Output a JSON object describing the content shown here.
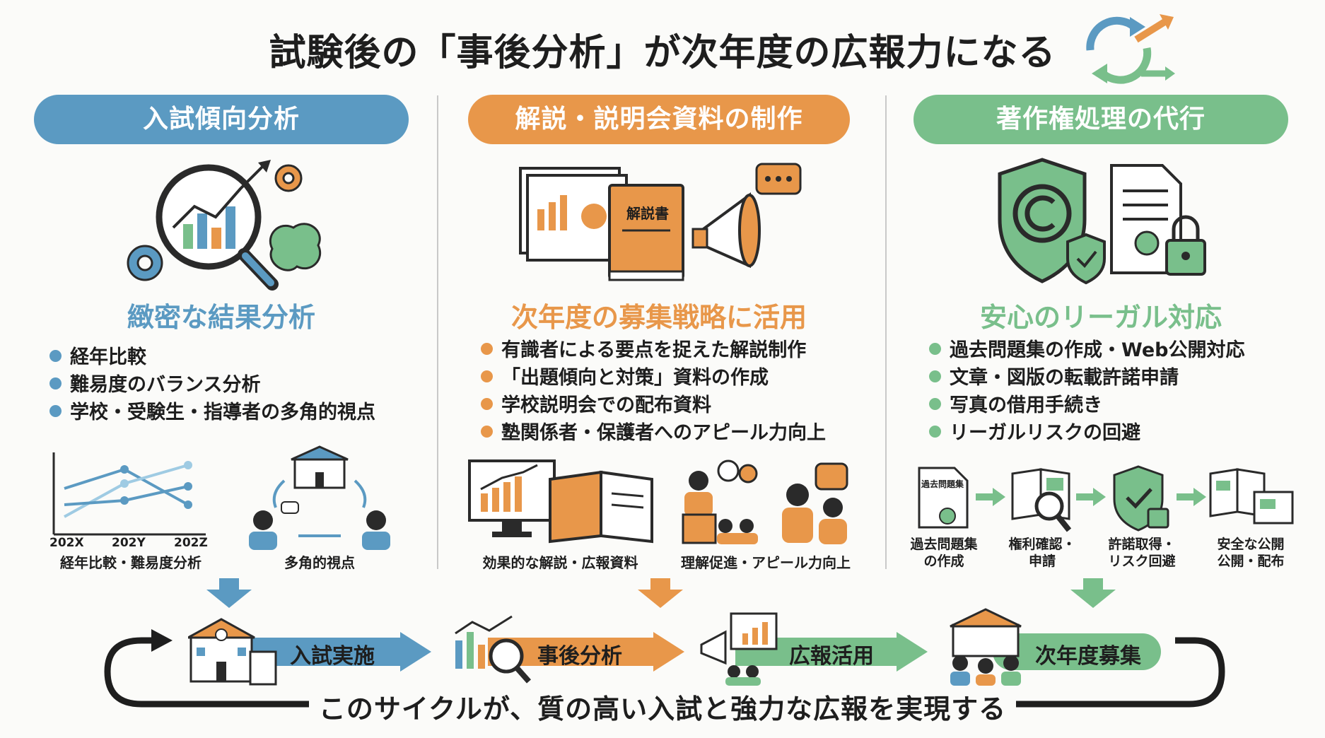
{
  "title": "試験後の「事後分析」が次年度の広報力になる",
  "colors": {
    "blue": "#5b9ac2",
    "orange": "#e8974a",
    "green": "#79bf8b",
    "dark": "#2a2a2a"
  },
  "columns": [
    {
      "header": "入試傾向分析",
      "subheading": "緻密な結果分析",
      "bullets": [
        "経年比較",
        "難易度のバランス分析",
        "学校・受験生・指導者の多角的視点"
      ],
      "mini": [
        {
          "caption": "経年比較・難易度分析"
        },
        {
          "caption": "多角的視点"
        }
      ],
      "chart_ticks": [
        "202X",
        "202Y",
        "202Z"
      ]
    },
    {
      "header": "解説・説明会資料の制作",
      "subheading": "次年度の募集戦略に活用",
      "bullets": [
        "有識者による要点を捉えた解説制作",
        "「出題傾向と対策」資料の作成",
        "学校説明会での配布資料",
        "塾関係者・保護者へのアピール力向上"
      ],
      "book_label": "解説書",
      "mini": [
        {
          "caption": "効果的な解説・広報資料"
        },
        {
          "caption": "理解促進・アピール力向上"
        }
      ]
    },
    {
      "header": "著作権処理の代行",
      "subheading": "安心のリーガル対応",
      "bullets": [
        "過去問題集の作成・Web公開対応",
        "文章・図版の転載許諾申請",
        "写真の借用手続き",
        "リーガルリスクの回避"
      ],
      "doc_label": "過去問題集",
      "steps": [
        {
          "line1": "過去問題集",
          "line2": "の作成"
        },
        {
          "line1": "権利確認・",
          "line2": "申請"
        },
        {
          "line1": "許諾取得・",
          "line2": "リスク回避"
        },
        {
          "line1": "安全な公開",
          "line2": "公開・配布"
        }
      ]
    }
  ],
  "cycle": [
    {
      "label": "入試実施"
    },
    {
      "label": "事後分析"
    },
    {
      "label": "広報活用"
    },
    {
      "label": "次年度募集"
    }
  ],
  "footer": "このサイクルが、質の高い入試と強力な広報を実現する"
}
